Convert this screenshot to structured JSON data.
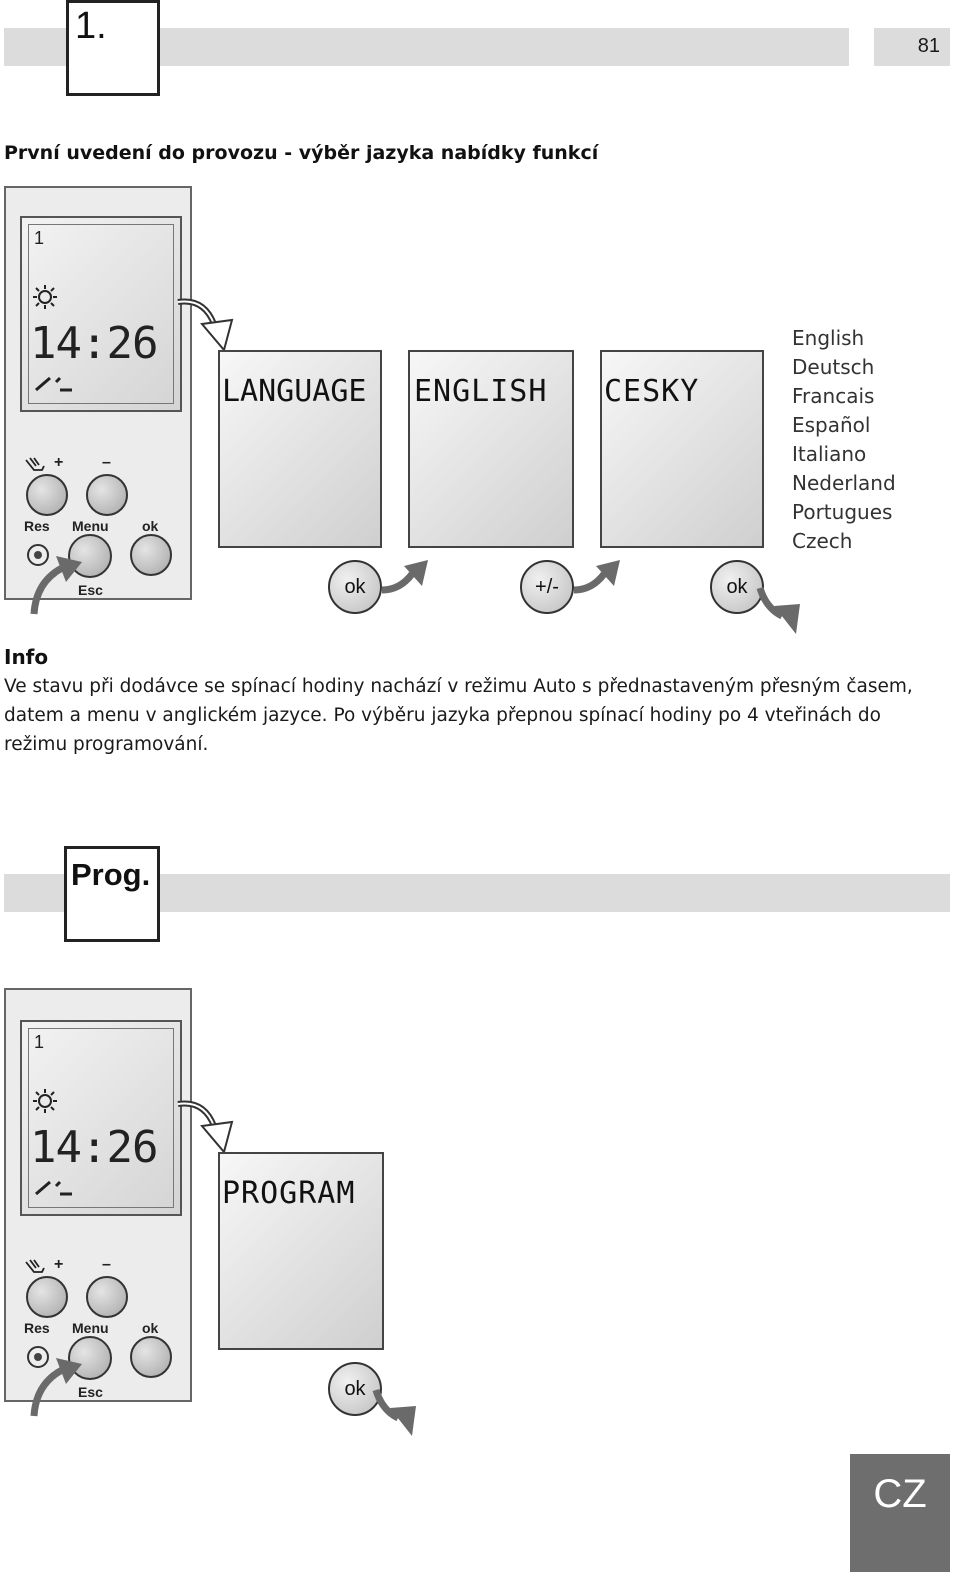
{
  "header": {
    "section_number": "1.",
    "page_number": "81"
  },
  "heading": "První uvedení do provozu - výběr jazyka nabídky funkcí",
  "device": {
    "channel": "1",
    "sun_icon": "sun-icon",
    "time": "14:26",
    "buttons": {
      "hand": "hand-icon",
      "plus": "+",
      "minus": "–",
      "res": "Res",
      "menu": "Menu",
      "ok": "ok",
      "esc": "Esc"
    }
  },
  "flow1": {
    "screens": [
      "LANGUAGE",
      "ENGLISH",
      "CESKY"
    ],
    "button1": "ok",
    "button2": "+/-",
    "button3": "ok"
  },
  "languages": [
    "English",
    "Deutsch",
    "Francais",
    "Español",
    "Italiano",
    "Nederland",
    "Portugues",
    "Czech"
  ],
  "info": {
    "title": "Info",
    "line1": "Ve stavu při dodávce se spínací hodiny nachází v režimu Auto s přednastaveným přesným časem,",
    "line2": "datem a menu v anglickém jazyce. Po výběru jazyka přepnou spínací hodiny po 4 vteřinách do",
    "line3": "režimu programování."
  },
  "section2": {
    "label": "Prog.",
    "screen": "PROGRAM",
    "button": "ok"
  },
  "footer": {
    "lang_code": "CZ"
  }
}
